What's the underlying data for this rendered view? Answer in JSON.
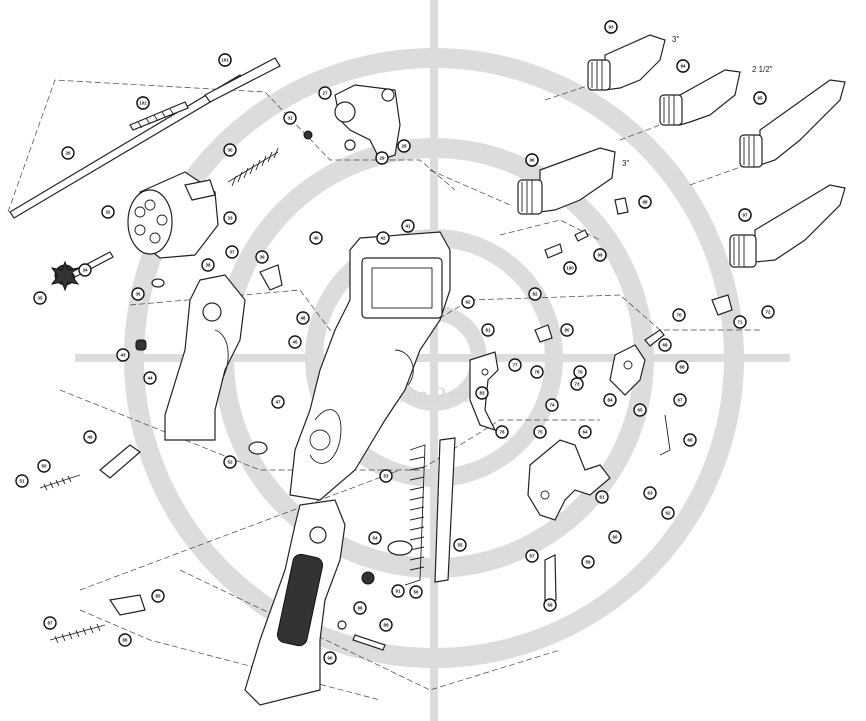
{
  "watermark": {
    "color": "#dcdcdc",
    "text": "Gun Parts"
  },
  "barrels": {
    "labels": [
      "3\"",
      "2 1/2\"",
      "3\""
    ]
  },
  "callouts": [
    "46",
    "17",
    "18",
    "19",
    "20",
    "21",
    "22",
    "23",
    "24",
    "25",
    "26",
    "27",
    "28",
    "29",
    "30",
    "31",
    "32",
    "33",
    "34",
    "35",
    "36",
    "37",
    "38",
    "39",
    "40",
    "41",
    "42",
    "43",
    "44",
    "45",
    "47",
    "48",
    "49",
    "50",
    "51",
    "52",
    "53",
    "54",
    "55",
    "56",
    "57",
    "58",
    "59",
    "60",
    "61",
    "62",
    "63",
    "64",
    "65",
    "66",
    "67",
    "68",
    "69",
    "70",
    "71",
    "72",
    "73",
    "74",
    "75",
    "76",
    "77",
    "78",
    "79",
    "80",
    "81",
    "82",
    "83",
    "84",
    "85",
    "86",
    "87",
    "88",
    "89",
    "90",
    "91",
    "92",
    "93",
    "94",
    "95",
    "96",
    "97",
    "98",
    "99",
    "100",
    "101",
    "102"
  ]
}
